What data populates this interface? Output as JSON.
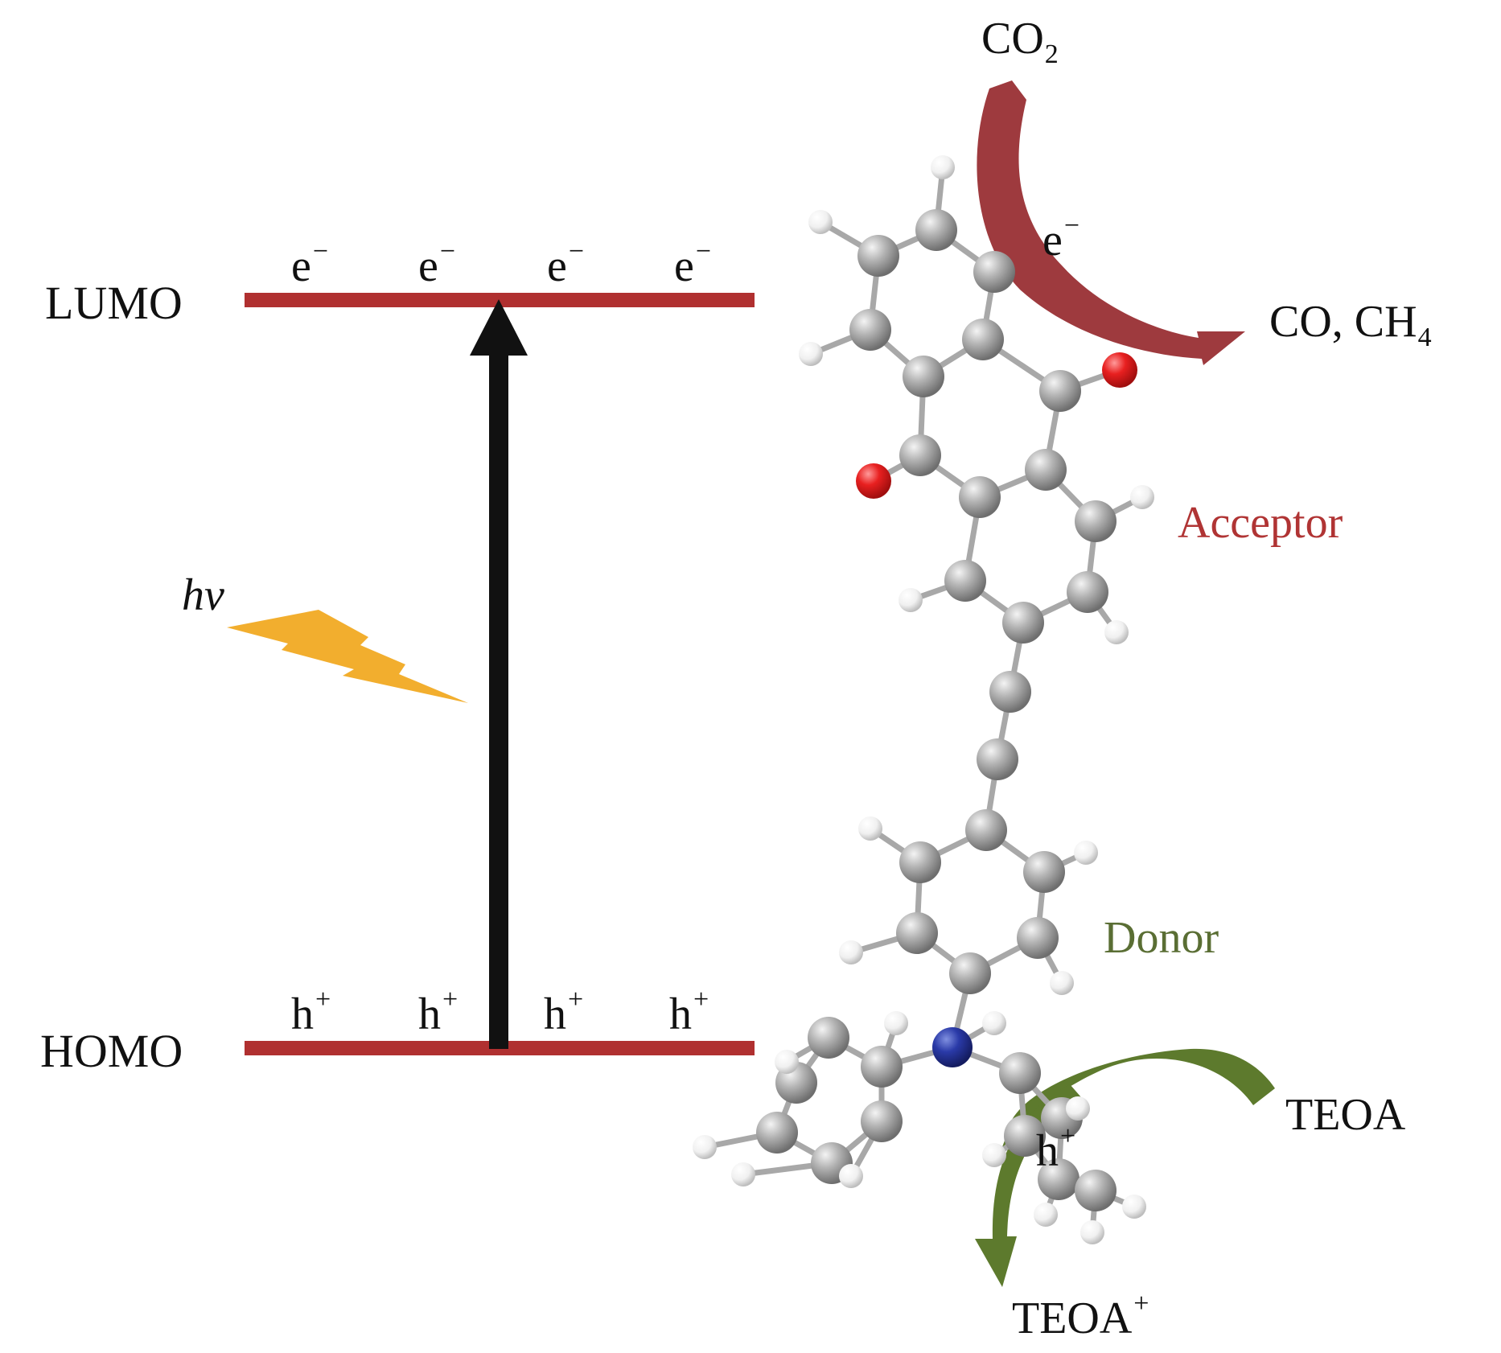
{
  "levels": {
    "lumo": "LUMO",
    "homo": "HOMO"
  },
  "charges": {
    "electron": "e",
    "electron_sign": "−",
    "hole": "h",
    "hole_sign": "+"
  },
  "light": {
    "label": "hv"
  },
  "molecule": {
    "acceptor": "Acceptor",
    "donor": "Donor"
  },
  "reactions": {
    "co2": "CO",
    "co2_sub": "2",
    "products": "CO, CH",
    "products_sub": "4",
    "teoa": "TEOA",
    "teoa_plus": "TEOA",
    "teoa_plus_sup": "+"
  },
  "colors": {
    "level_line": "#b03030",
    "acceptor_arrow": "#9e3a3e",
    "donor_arrow": "#5d7a2d",
    "lightning": "#f2ae2e",
    "acceptor_text": "#b03434",
    "donor_text": "#5a6e34",
    "carbon": "#9a9a9a",
    "oxygen": "#e02424",
    "nitrogen": "#2a3a9a",
    "hydrogen": "#eeeeee"
  }
}
